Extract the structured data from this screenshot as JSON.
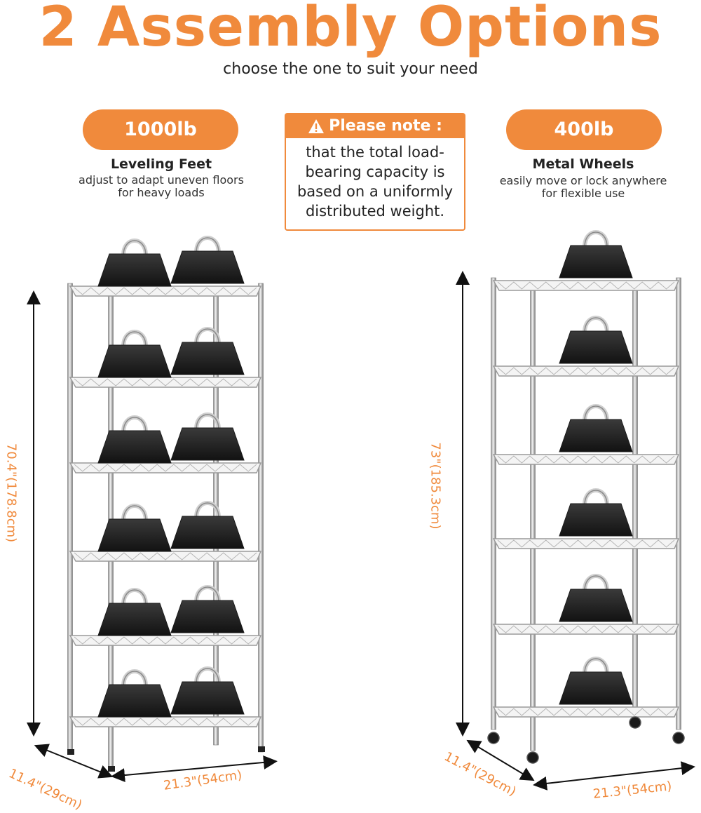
{
  "header": {
    "title": "2 Assembly Options",
    "subtitle": "choose the one to suit your need"
  },
  "option_left": {
    "capacity": "1000lb",
    "label": "Leveling Feet",
    "desc_line1": "adjust to adapt uneven floors",
    "desc_line2": "for heavy loads"
  },
  "option_right": {
    "capacity": "400lb",
    "label": "Metal Wheels",
    "desc_line1": "easily move or lock anywhere",
    "desc_line2": "for flexible use"
  },
  "note": {
    "heading": "Please note :",
    "line1": "that the total load-",
    "line2": "bearing capacity is",
    "line3": "based on a uniformly",
    "line4": "distributed weight."
  },
  "dimensions": {
    "left_height": "70.4\"(178.8cm)",
    "left_depth": "11.4\"(29cm)",
    "left_width": "21.3\"(54cm)",
    "right_height": "73\"(185.3cm)",
    "right_depth": "11.4\"(29cm)",
    "right_width": "21.3\"(54cm)"
  },
  "colors": {
    "accent": "#f08a3c",
    "weight": "#1b1b1b",
    "chrome": "#a9a9a9"
  }
}
